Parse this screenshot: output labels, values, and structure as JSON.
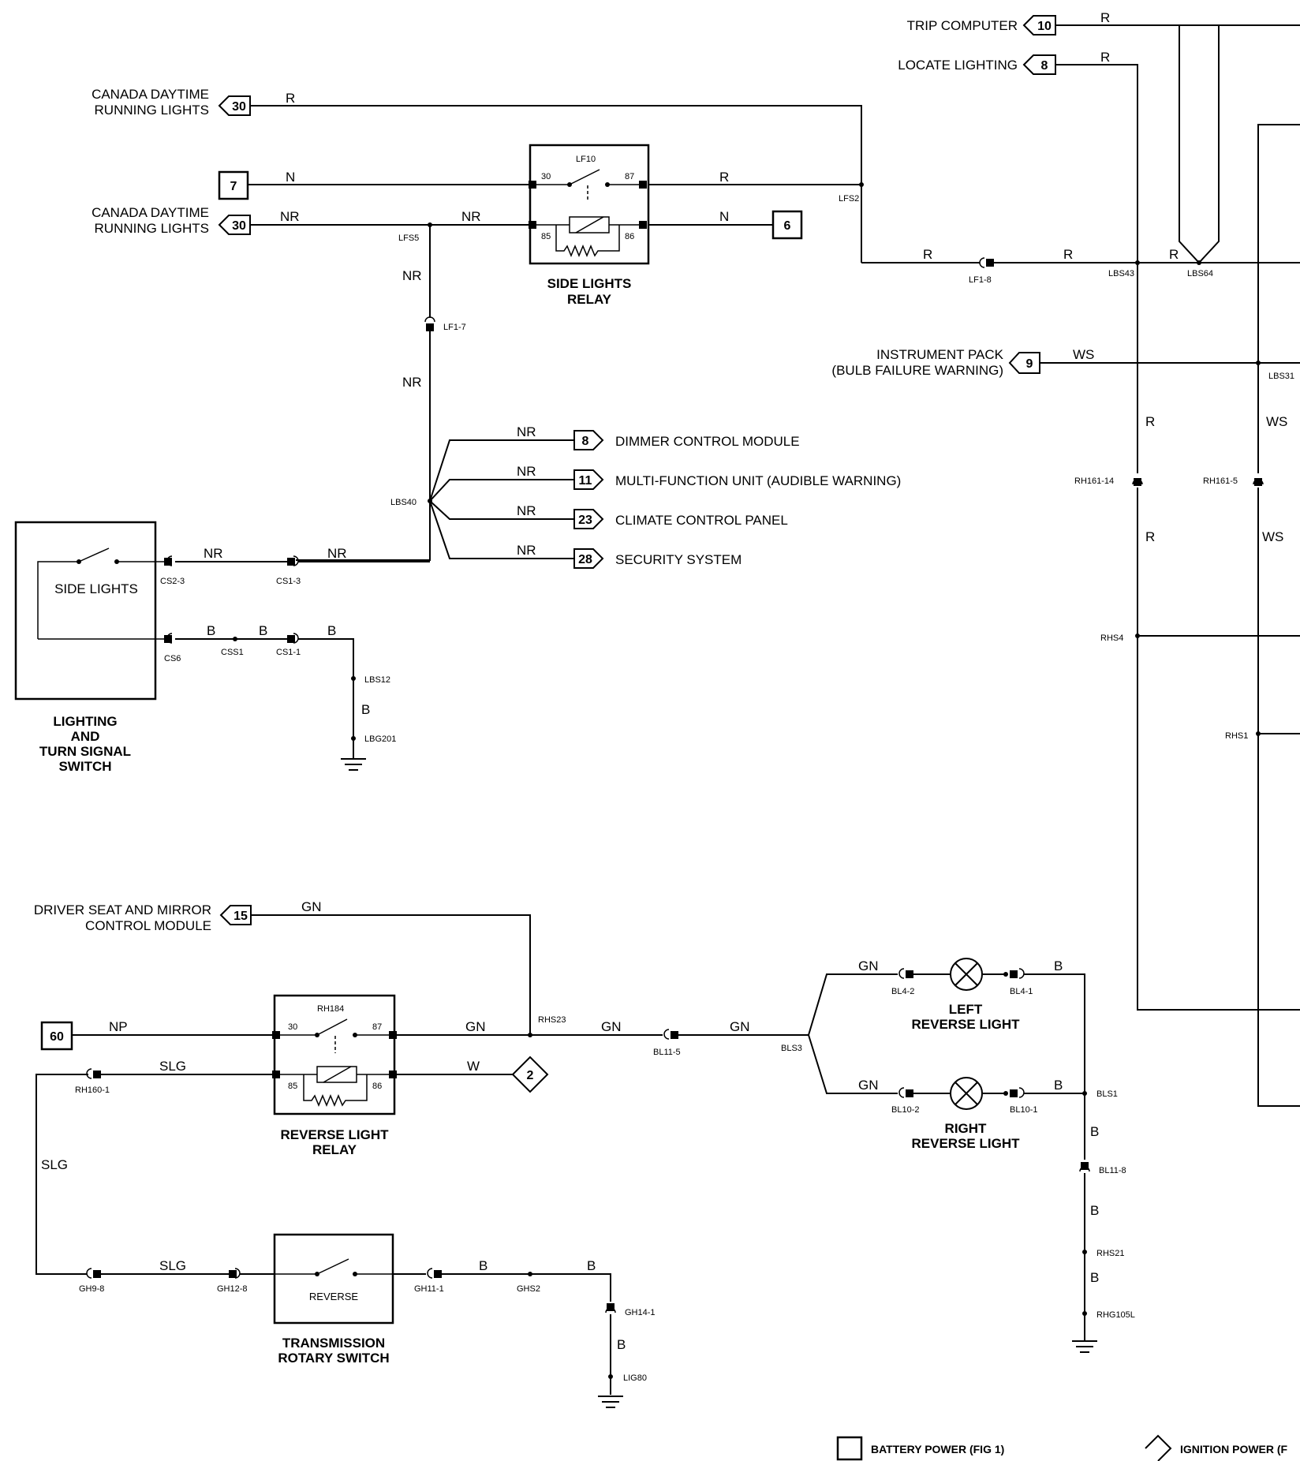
{
  "destinations_left": {
    "canada_drl_1": "CANADA DAYTIME RUNNING LIGHTS",
    "canada_drl_2": "CANADA DAYTIME RUNNING LIGHTS",
    "driver_seat": "DRIVER SEAT AND MIRROR CONTROL MODULE"
  },
  "destinations_top_right": {
    "trip_computer": "TRIP COMPUTER",
    "locate_lighting": "LOCATE LIGHTING",
    "instrument_pack": "INSTRUMENT PACK (BULB FAILURE WARNING)"
  },
  "destinations_middle": [
    {
      "ref": "8",
      "label": "DIMMER CONTROL MODULE",
      "wire": "NR"
    },
    {
      "ref": "11",
      "label": "MULTI-FUNCTION UNIT (AUDIBLE WARNING)",
      "wire": "NR"
    },
    {
      "ref": "23",
      "label": "CLIMATE CONTROL PANEL",
      "wire": "NR"
    },
    {
      "ref": "28",
      "label": "SECURITY SYSTEM",
      "wire": "NR"
    }
  ],
  "ref_numbers": {
    "trip": "10",
    "locate": "8",
    "drl1": "30",
    "drl2": "30",
    "batt7": "7",
    "batt6": "6",
    "instr": "9",
    "driver": "15",
    "batt60": "60",
    "ign2": "2"
  },
  "components": {
    "side_lights_relay": "SIDE LIGHTS RELAY",
    "side_lights_relay_id": "LF10",
    "lighting_switch": "LIGHTING AND TURN SIGNAL SWITCH",
    "side_lights": "SIDE LIGHTS",
    "reverse_relay": "REVERSE LIGHT RELAY",
    "reverse_relay_id": "RH184",
    "trans_switch": "TRANSMISSION ROTARY SWITCH",
    "reverse": "REVERSE",
    "left_reverse": "LEFT REVERSE LIGHT",
    "right_reverse": "RIGHT REVERSE LIGHT"
  },
  "legend": {
    "battery": "BATTERY POWER (FIG 1)",
    "ignition": "IGNITION POWER (F"
  }
}
